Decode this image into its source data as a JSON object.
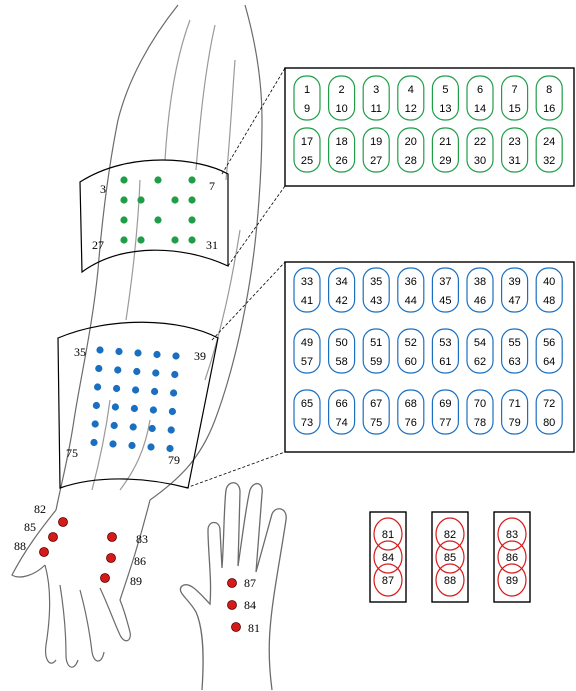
{
  "colors": {
    "green": "#1f9e47",
    "blue": "#1a6fc0",
    "red": "#d61a1a",
    "outline": "#000000",
    "sketch": "#6b6b6b"
  },
  "upper_arm_patch": {
    "corner_labels": [
      "3",
      "7",
      "27",
      "31"
    ],
    "electrode_color": "green"
  },
  "forearm_patch": {
    "corner_labels": [
      "35",
      "39",
      "75",
      "79"
    ],
    "electrode_color": "blue"
  },
  "wrist_labels": {
    "left": [
      "82",
      "85",
      "88"
    ],
    "right": [
      "83",
      "86",
      "89"
    ]
  },
  "hand_labels": [
    "87",
    "84",
    "81"
  ],
  "green_channels": [
    [
      "1",
      "9"
    ],
    [
      "2",
      "10"
    ],
    [
      "3",
      "11"
    ],
    [
      "4",
      "12"
    ],
    [
      "5",
      "13"
    ],
    [
      "6",
      "14"
    ],
    [
      "7",
      "15"
    ],
    [
      "8",
      "16"
    ],
    [
      "17",
      "25"
    ],
    [
      "18",
      "26"
    ],
    [
      "19",
      "27"
    ],
    [
      "20",
      "28"
    ],
    [
      "21",
      "29"
    ],
    [
      "22",
      "30"
    ],
    [
      "23",
      "31"
    ],
    [
      "24",
      "32"
    ]
  ],
  "blue_channels": [
    [
      "33",
      "41"
    ],
    [
      "34",
      "42"
    ],
    [
      "35",
      "43"
    ],
    [
      "36",
      "44"
    ],
    [
      "37",
      "45"
    ],
    [
      "38",
      "46"
    ],
    [
      "39",
      "47"
    ],
    [
      "40",
      "48"
    ],
    [
      "49",
      "57"
    ],
    [
      "50",
      "58"
    ],
    [
      "51",
      "59"
    ],
    [
      "52",
      "60"
    ],
    [
      "53",
      "61"
    ],
    [
      "54",
      "62"
    ],
    [
      "55",
      "63"
    ],
    [
      "56",
      "64"
    ],
    [
      "65",
      "73"
    ],
    [
      "66",
      "74"
    ],
    [
      "67",
      "75"
    ],
    [
      "68",
      "76"
    ],
    [
      "69",
      "77"
    ],
    [
      "70",
      "78"
    ],
    [
      "71",
      "79"
    ],
    [
      "72",
      "80"
    ]
  ],
  "red_columns": [
    [
      "81",
      "84",
      "87"
    ],
    [
      "82",
      "85",
      "88"
    ],
    [
      "83",
      "86",
      "89"
    ]
  ]
}
